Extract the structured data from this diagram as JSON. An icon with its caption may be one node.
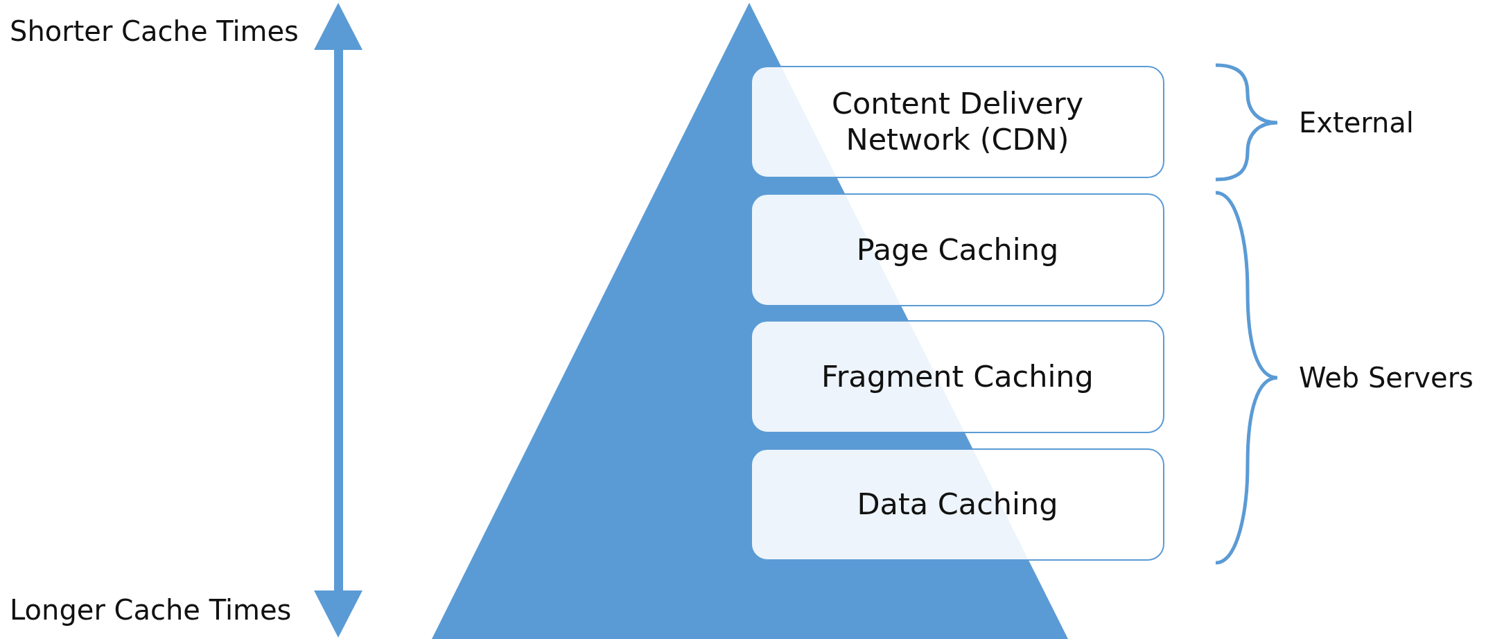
{
  "diagram": {
    "nodes": [
      {
        "text": [
          "Content Delivery Network (CDN)"
        ]
      },
      {
        "text": [
          "Page Caching"
        ]
      },
      {
        "text": [
          "Fragment Caching"
        ]
      },
      {
        "text": [
          "Data Caching"
        ]
      }
    ],
    "labels": [
      "Shorter Cache Times",
      "Longer Cache Times",
      "External",
      "Web Servers"
    ]
  }
}
